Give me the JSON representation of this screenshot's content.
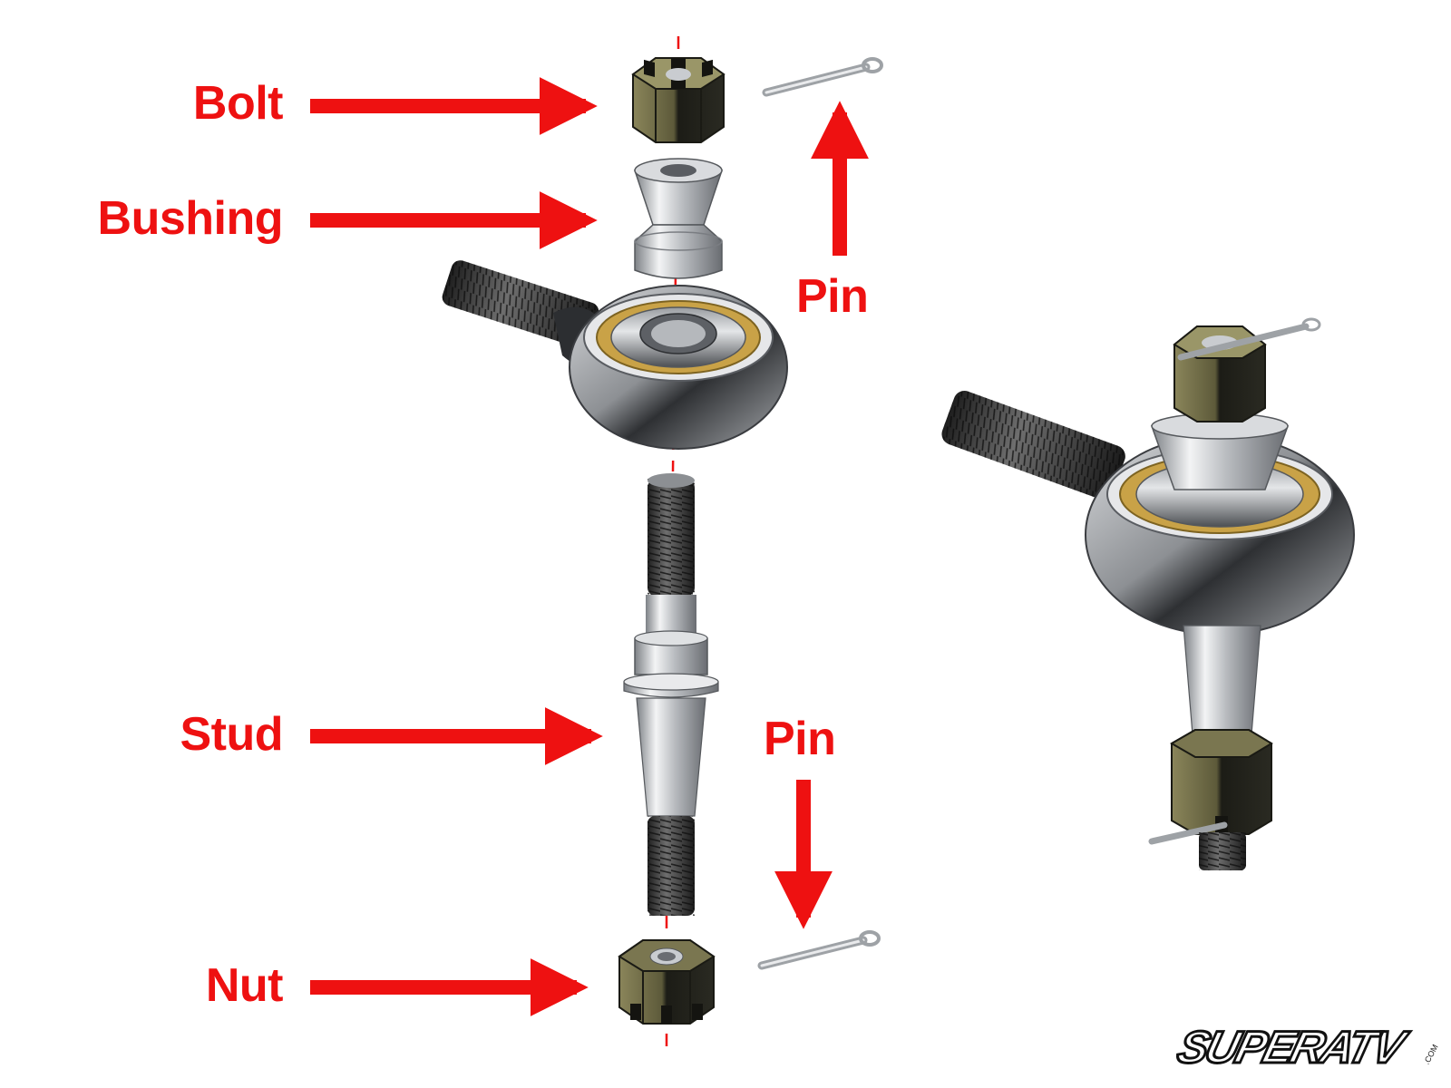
{
  "colors": {
    "accent": "#ee1111",
    "metal": "#c9ccd0",
    "nut_olive": "#6f6b45",
    "thread_dark": "#2a2a2a",
    "bearing_brass": "#c9a247"
  },
  "labels": {
    "bolt": "Bolt",
    "bushing": "Bushing",
    "stud": "Stud",
    "nut": "Nut",
    "pin_top": "Pin",
    "pin_bottom": "Pin"
  },
  "icons": {
    "bolt": "castle-nut-icon",
    "bushing": "bushing-icon",
    "rod_end": "rod-end-icon",
    "stud": "stud-icon",
    "nut": "castle-nut-icon",
    "pin": "cotter-pin-icon",
    "assembly": "assembled-rod-end-icon"
  },
  "logo": {
    "brand": "SUPERATV",
    "suffix": ".COM"
  }
}
